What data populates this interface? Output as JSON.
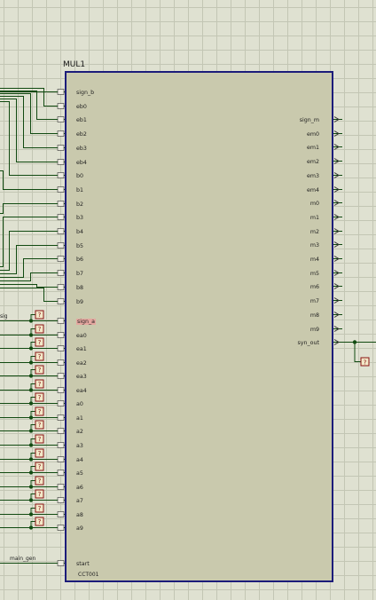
{
  "component": {
    "name": "MUL1",
    "footer": "CCT001",
    "selected_pin": "sign_a"
  },
  "pins": {
    "left": [
      "sign_b",
      "eb0",
      "eb1",
      "eb2",
      "eb3",
      "eb4",
      "b0",
      "b1",
      "b2",
      "b3",
      "b4",
      "b5",
      "b6",
      "b7",
      "b8",
      "b9",
      "sign_a",
      "ea0",
      "ea1",
      "ea2",
      "ea3",
      "ea4",
      "a0",
      "a1",
      "a2",
      "a3",
      "a4",
      "a5",
      "a6",
      "a7",
      "a8",
      "a9",
      "start"
    ],
    "right": [
      "sign_m",
      "em0",
      "em1",
      "em2",
      "em3",
      "em4",
      "m0",
      "m1",
      "m2",
      "m3",
      "m4",
      "m5",
      "m6",
      "m7",
      "m8",
      "m9",
      "syn_out"
    ]
  },
  "wire_labels": {
    "left_sig": "sig",
    "start_net": "main_gen"
  },
  "probe_symbol": "?",
  "colors": {
    "canvas": "#dfe1d1",
    "grid": "#c3c6b4",
    "body": "#c9c9ad",
    "border": "#1c1c7a",
    "wire": "#114a11",
    "probe": "#8a1212",
    "selected": "#e5a8a0"
  }
}
